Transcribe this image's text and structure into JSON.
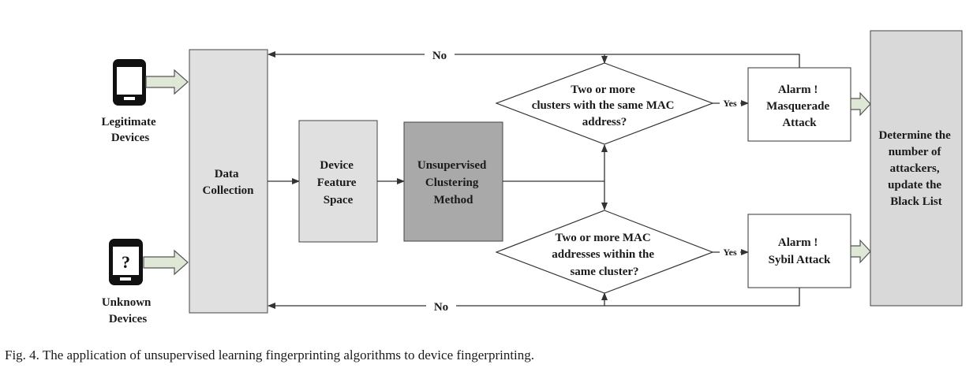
{
  "devices": {
    "legitimate": [
      "Legitimate",
      "Devices"
    ],
    "unknown": [
      "Unknown",
      "Devices"
    ],
    "unknown_icon_glyph": "?",
    "icons": [
      "smartphone-icon",
      "smartphone-question-icon"
    ]
  },
  "boxes": {
    "data_collection": [
      "Data",
      "Collection"
    ],
    "feature_space": [
      "Device",
      "Feature",
      "Space"
    ],
    "clustering": [
      "Unsupervised",
      "Clustering",
      "Method"
    ],
    "masquerade": [
      "Alarm !",
      "Masquerade",
      "Attack"
    ],
    "sybil": [
      "Alarm !",
      "Sybil Attack"
    ],
    "blacklist": [
      "Determine the",
      "number of",
      "attackers,",
      "update the",
      "Black List"
    ]
  },
  "decisions": {
    "top": [
      "Two or more",
      "clusters with the same MAC",
      "address?"
    ],
    "bottom": [
      "Two or more MAC",
      "addresses within the",
      "same cluster?"
    ]
  },
  "edge_labels": {
    "yes": "Yes",
    "no": "No"
  },
  "colors": {
    "light_box": "#e0e0e0",
    "dark_box": "#a9a9a9",
    "line": "#333333",
    "phone": "#111111"
  },
  "caption": "Fig. 4.  The application of unsupervised learning fingerprinting algorithms to device fingerprinting."
}
